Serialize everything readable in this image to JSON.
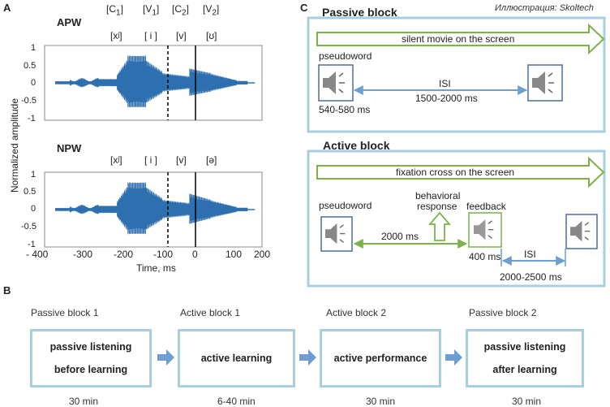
{
  "credit": "Иллюстрация: Skoltech",
  "panels": {
    "a": "A",
    "b": "B",
    "c": "C"
  },
  "waveforms": {
    "ylabel": "Normalized amplitude",
    "xlabel": "Time, ms",
    "x_ticks": [
      "- 400",
      "-300",
      "-200",
      "-100",
      "0",
      "100",
      "200"
    ],
    "y_ticks": [
      "1",
      "0.5",
      "0",
      "-0.5",
      "-1"
    ],
    "segments": [
      "[C",
      "1",
      "]",
      "[V",
      "1",
      "]",
      "[C",
      "2",
      "]",
      "[V",
      "2",
      "]"
    ],
    "apw": {
      "label": "APW",
      "phonemes": [
        "[xʲ]",
        "[ i ]",
        "[v]",
        "[ʊ]"
      ]
    },
    "npw": {
      "label": "NPW",
      "phonemes": [
        "[xʲ]",
        "[ i ]",
        "[v]",
        "[ə]"
      ]
    }
  },
  "passive_block": {
    "title": "Passive block",
    "movie": "silent movie on the screen",
    "pseudoword": "pseudoword",
    "duration": "540-580 ms",
    "isi_label": "ISI",
    "isi_value": "1500-2000 ms",
    "icon": "speaker-icon"
  },
  "active_block": {
    "title": "Active block",
    "fixation": "fixation cross on the screen",
    "pseudoword": "pseudoword",
    "behavioral": "behavioral",
    "response": "response",
    "feedback": "feedback",
    "interval": "2000 ms",
    "feedback_duration": "400 ms",
    "isi_label": "ISI",
    "isi_value": "2000-2500 ms",
    "icon": "speaker-icon"
  },
  "flow": [
    {
      "label": "Passive block 1",
      "line1": "passive listening",
      "line2": "before learning",
      "duration": "30 min"
    },
    {
      "label": "Active block 1",
      "line1": "active learning",
      "line2": "",
      "duration": "6-40 min"
    },
    {
      "label": "Active block 2",
      "line1": "active performance",
      "line2": "",
      "duration": "30 min"
    },
    {
      "label": "Passive block 2",
      "line1": "passive listening",
      "line2": "after learning",
      "duration": "30 min"
    }
  ],
  "colors": {
    "wave": "#2e6fb0",
    "box_border": "#a8cfe0",
    "green": "#7cb24a",
    "blue_arrow": "#6f9fd0"
  }
}
